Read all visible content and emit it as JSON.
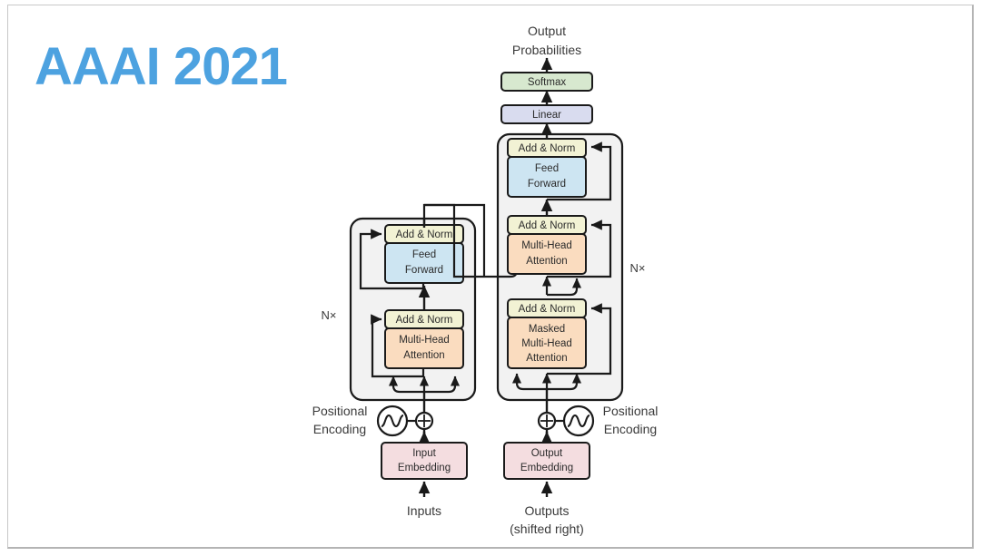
{
  "slide": {
    "title": "AAAI 2021",
    "title_color": "#4da2e0",
    "background": "#ffffff",
    "border_color": "#c8c8c8"
  },
  "diagram": {
    "name": "transformer-architecture",
    "palette": {
      "add_norm": "#f2f2d4",
      "feed_forward": "#cde5f2",
      "attention": "#fadcbf",
      "embedding": "#f4dde0",
      "linear": "#d9dcef",
      "softmax": "#d7e8cf",
      "stack_bg": "#f2f2f2",
      "outline": "#1a1a1a"
    },
    "labels": {
      "output_probabilities_line1": "Output",
      "output_probabilities_line2": "Probabilities",
      "inputs": "Inputs",
      "outputs_line1": "Outputs",
      "outputs_line2": "(shifted right)",
      "positional_encoding_line1": "Positional",
      "positional_encoding_line2": "Encoding",
      "nx_encoder": "N×",
      "nx_decoder": "N×"
    },
    "boxes": {
      "softmax": "Softmax",
      "linear": "Linear",
      "add_norm": "Add & Norm",
      "feed_forward_line1": "Feed",
      "feed_forward_line2": "Forward",
      "multi_head_line1": "Multi-Head",
      "multi_head_line2": "Attention",
      "masked_line1": "Masked",
      "masked_line2": "Multi-Head",
      "masked_line3": "Attention",
      "input_embedding_line1": "Input",
      "input_embedding_line2": "Embedding",
      "output_embedding_line1": "Output",
      "output_embedding_line2": "Embedding"
    }
  }
}
